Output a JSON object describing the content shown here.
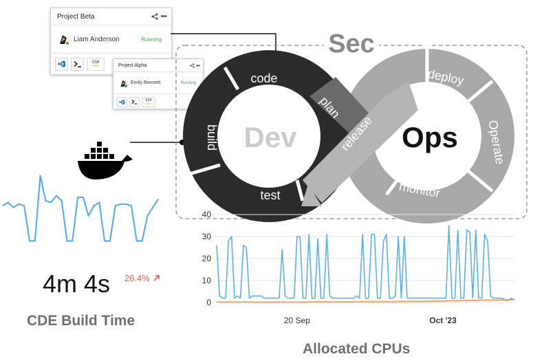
{
  "project_beta": {
    "title": "Project Beta",
    "user": "Liam Anderson",
    "status": "Running",
    "ssh_label": "SSH",
    "ssh_sub": "-<o>-"
  },
  "project_alpha": {
    "title": "Project Alpha",
    "user": "Emily Bennett",
    "status": "Running",
    "ssh_label": "SSH",
    "ssh_sub": "-<o>-"
  },
  "devsecops": {
    "sec_label": "Sec",
    "dev_label": "Dev",
    "ops_label": "Ops",
    "stages": {
      "code": "code",
      "build": "build",
      "test": "test",
      "plan": "plan",
      "release": "release",
      "deploy": "deploy",
      "operate": "Operate",
      "monitor": "monitor"
    },
    "colors": {
      "dev": "#2b2b2b",
      "ops": "#a8a8a8",
      "dev_text": "#cccccc",
      "ops_text": "#111111"
    }
  },
  "build_time": {
    "value": "4m 4s",
    "delta": "26.4%",
    "caption": "CDE Build Time",
    "sparkline_color": "#5aaee8",
    "sparkline": [
      29,
      31,
      28,
      30,
      29,
      8,
      8,
      47,
      32,
      31,
      35,
      32,
      8,
      8,
      34,
      34,
      23,
      29,
      31,
      8,
      8,
      29,
      30,
      30,
      29,
      8,
      8,
      23,
      28,
      33
    ]
  },
  "cpu_chart": {
    "caption": "Allocated CPUs",
    "colors": {
      "series": "#5bb0e6",
      "baseline": "#f0a45d",
      "grid": "#e6e6e6"
    }
  },
  "chart_data": {
    "type": "line",
    "ylim": [
      0,
      40
    ],
    "y_ticks": [
      "0",
      "10",
      "20",
      "30",
      "40"
    ],
    "x_tick_labels": [
      "20 Sep",
      "Oct '23"
    ],
    "series": [
      {
        "values": [
          26,
          3,
          2,
          2,
          28,
          30,
          2,
          3,
          2,
          26,
          25,
          2,
          3,
          3,
          3,
          3,
          2,
          2,
          2,
          2,
          2,
          2,
          24,
          3,
          2,
          2,
          2,
          30,
          30,
          2,
          2,
          31,
          2,
          2,
          29,
          2,
          2,
          31,
          3,
          2,
          2,
          2,
          2,
          2,
          2,
          2,
          2,
          3,
          2,
          31,
          2,
          2,
          31,
          31,
          2,
          2,
          28,
          31,
          2,
          2,
          3,
          30,
          2,
          30,
          2,
          2,
          2,
          2,
          2,
          2,
          2,
          2,
          2,
          2,
          2,
          2,
          2,
          2,
          35,
          2,
          2,
          33,
          2,
          2,
          33,
          32,
          2,
          33,
          2,
          2,
          31,
          28,
          3,
          2,
          2,
          2,
          2,
          1,
          1,
          2,
          1
        ]
      },
      {
        "values": [
          0.2,
          0.2,
          0.2,
          0.2,
          0.2,
          0.2,
          0.2,
          0.2,
          0.3,
          0.3,
          0.3,
          0.3,
          0.4,
          0.4,
          0.4,
          0.5,
          0.5,
          0.6,
          0.7,
          0.8,
          0.9,
          1.0,
          1.1,
          1.2,
          1.4
        ]
      }
    ]
  }
}
